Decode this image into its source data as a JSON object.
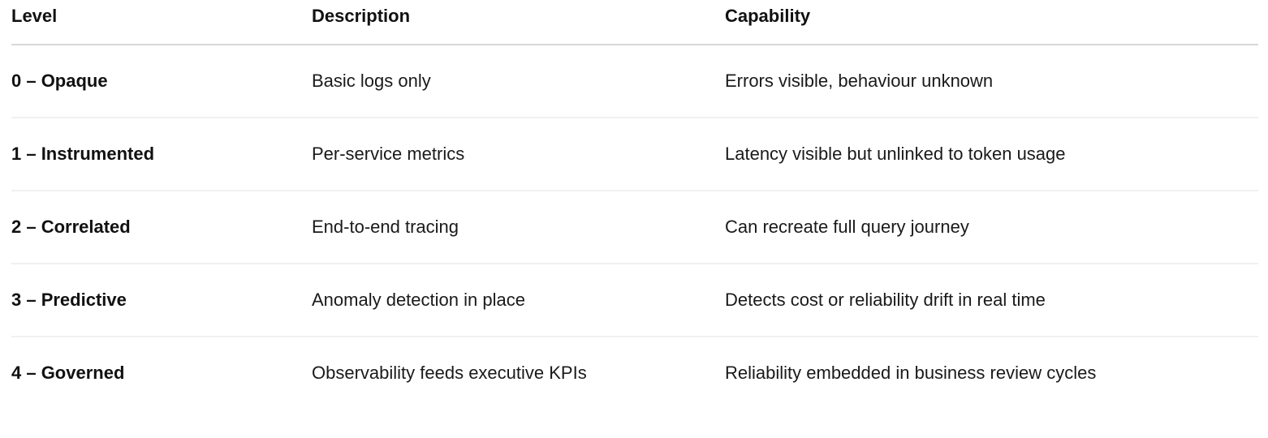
{
  "table": {
    "columns": [
      {
        "label": "Level"
      },
      {
        "label": "Description"
      },
      {
        "label": "Capability"
      }
    ],
    "rows": [
      {
        "level": "0 – Opaque",
        "description": "Basic logs only",
        "capability": "Errors visible, behaviour unknown"
      },
      {
        "level": "1 – Instrumented",
        "description": "Per-service metrics",
        "capability": "Latency visible but unlinked to token usage"
      },
      {
        "level": "2 – Correlated",
        "description": "End-to-end tracing",
        "capability": "Can recreate full query journey"
      },
      {
        "level": "3 – Predictive",
        "description": "Anomaly detection in place",
        "capability": "Detects cost or reliability drift in real time"
      },
      {
        "level": "4 – Governed",
        "description": "Observability feeds executive KPIs",
        "capability": "Reliability embedded in business review cycles"
      }
    ],
    "colors": {
      "text": "#1a1a1a",
      "header_text": "#111111",
      "header_border": "#d9d9d9",
      "row_border": "#f0f0f0",
      "background": "#ffffff"
    }
  }
}
